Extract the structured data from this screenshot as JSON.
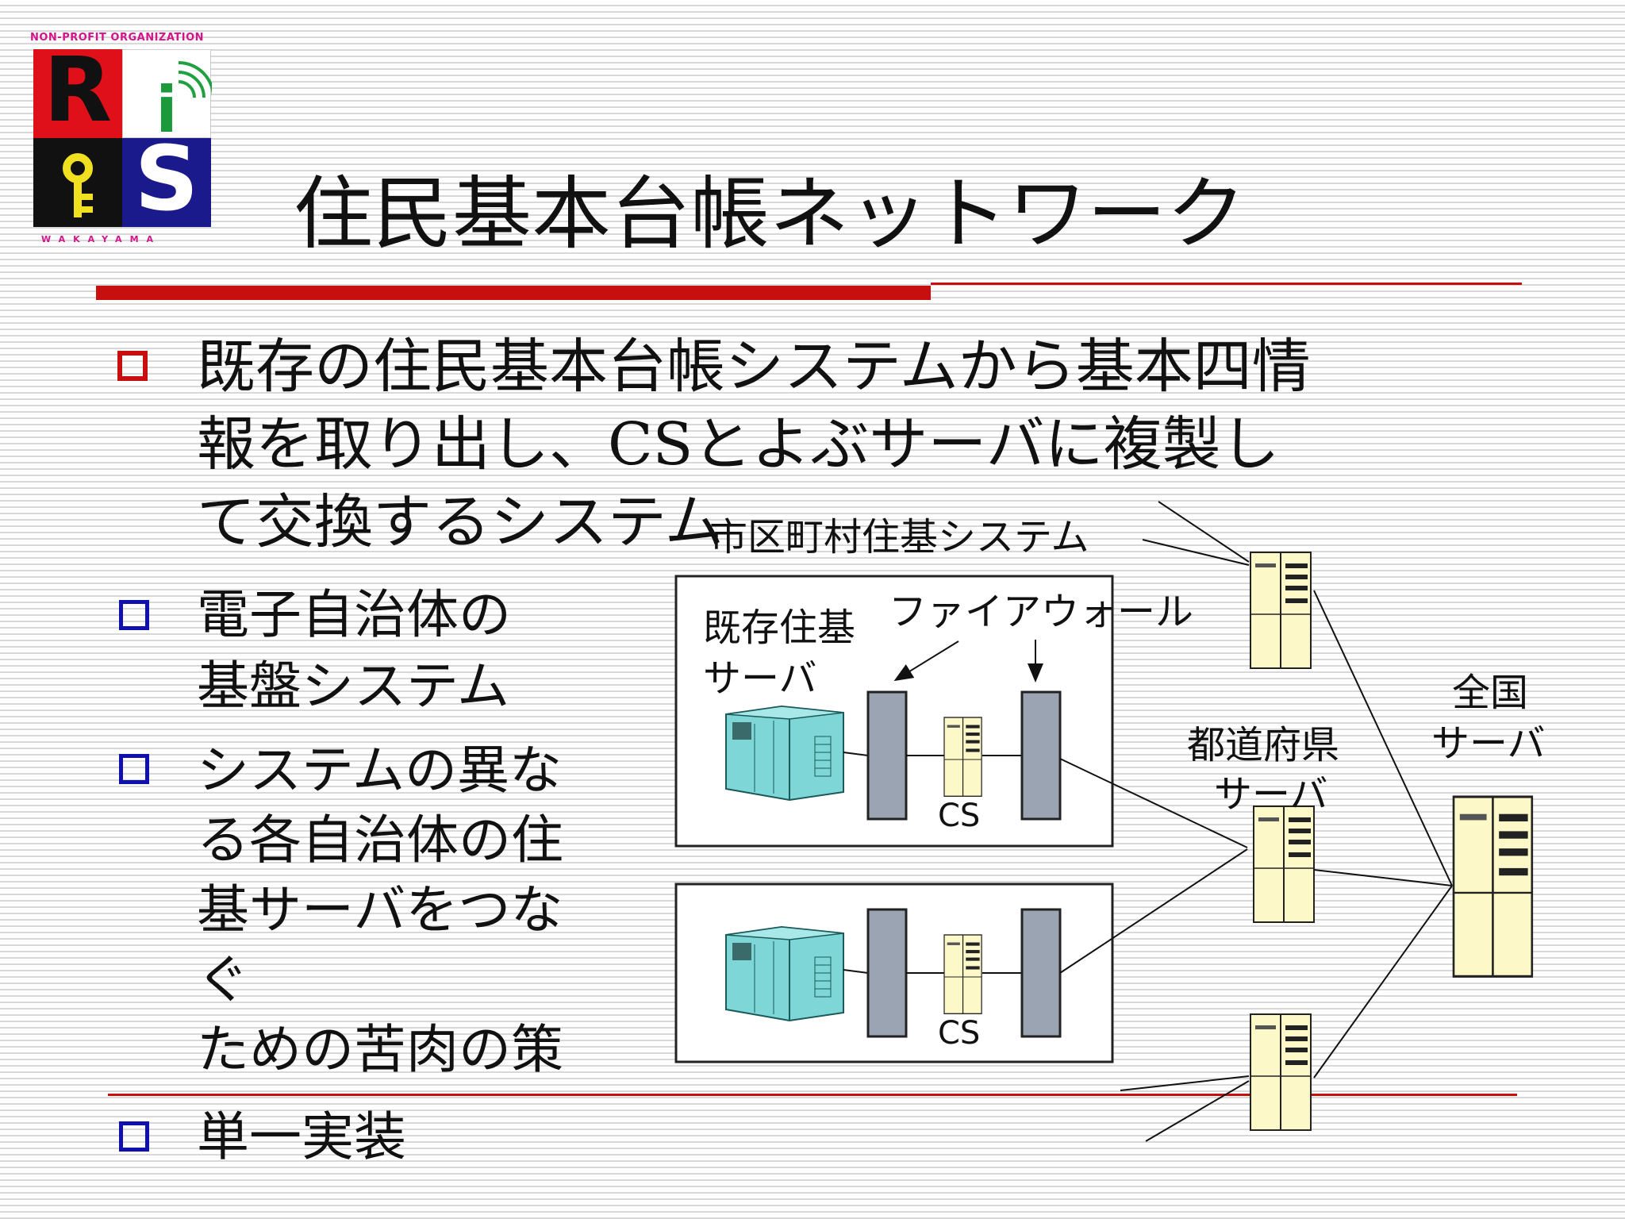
{
  "logo": {
    "top_text": "NON-PROFIT ORGANIZATION",
    "letters": [
      "R",
      "i",
      "S"
    ],
    "bottom_text": "WAKAYAMA"
  },
  "title": "住民基本台帳ネットワーク",
  "bullets": [
    {
      "lines": [
        "既存の住民基本台帳システムから基本四情",
        "報を取り出し、CSとよぶサーバに複製し",
        "て交換するシステム"
      ]
    },
    {
      "lines": [
        "電子自治体の",
        "基盤システム"
      ]
    },
    {
      "lines": [
        "システムの異な",
        "る各自治体の住",
        "基サーバをつな",
        "ぐ",
        "ための苦肉の策"
      ]
    },
    {
      "lines": [
        "単一実装"
      ]
    }
  ],
  "diagram": {
    "municipal_system": "市区町村住基システム",
    "existing_server": [
      "既存住基",
      "サーバ"
    ],
    "firewall": "ファイアウォール",
    "cs_label": "CS",
    "prefecture_server": [
      "都道府県",
      "サーバ"
    ],
    "national_server": [
      "全国",
      "サーバ"
    ]
  },
  "colors": {
    "accent_red": "#c80f0f",
    "bullet_blue": "#1010b0",
    "server_fill": "#fdf8c8",
    "firewall_fill": "#9aa4b2",
    "mainframe_fill": "#7fd6d6"
  }
}
